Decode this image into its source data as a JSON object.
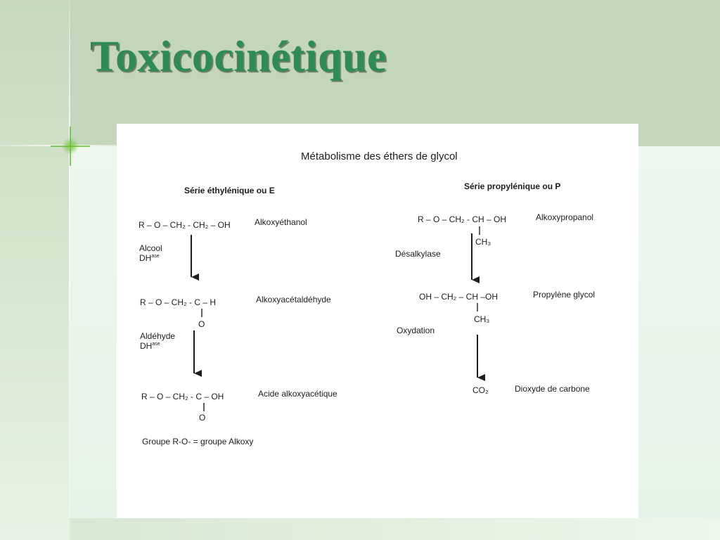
{
  "slide": {
    "title": "Toxicocinétique"
  },
  "figure": {
    "title": "Métabolisme des éthers de glycol",
    "footnote": "Groupe R-O- = groupe Alkoxy",
    "ethylene": {
      "header": "Série éthylénique ou E",
      "compound1_formula": "R – O – CH₂ - CH₂ – OH",
      "compound1_name": "Alkoxyéthanol",
      "enzyme1_line1": "Alcool",
      "enzyme1_line2_base": "DH",
      "enzyme1_line2_sup": "ase",
      "compound2_formula": "R – O – CH₂ - C – H",
      "compound2_oxygen": "O",
      "compound2_name": "Alkoxyacétaldéhyde",
      "enzyme2_line1": "Aldéhyde",
      "enzyme2_line2_base": "DH",
      "enzyme2_line2_sup": "ase",
      "compound3_formula": "R – O – CH₂ - C – OH",
      "compound3_oxygen": "O",
      "compound3_name": "Acide alkoxyacétique"
    },
    "propylene": {
      "header": "Série propylénique ou P",
      "compound1_formula": "R – O – CH₂ - CH – OH",
      "compound1_methyl": "CH₃",
      "compound1_name": "Alkoxypropanol",
      "enzyme1": "Désalkylase",
      "compound2_formula": "OH – CH₂ – CH –OH",
      "compound2_methyl": "CH₃",
      "compound2_name": "Propylène glycol",
      "enzyme2": "Oxydation",
      "compound3_formula": "CO₂",
      "compound3_name": "Dioxyde de carbone"
    }
  }
}
